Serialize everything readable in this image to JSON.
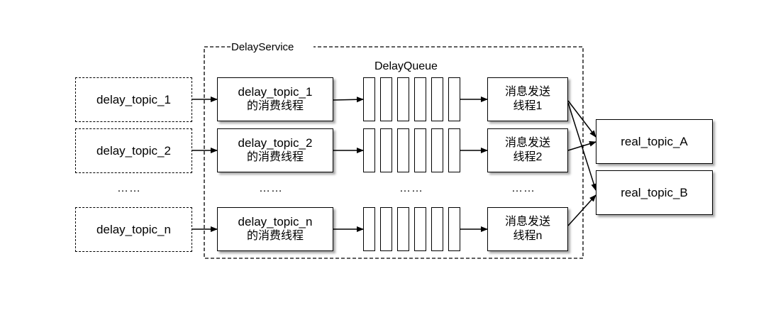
{
  "service": {
    "label": "DelayService",
    "queue_label": "DelayQueue"
  },
  "inputs": [
    "delay_topic_1",
    "delay_topic_2",
    "delay_topic_n"
  ],
  "consumers": [
    {
      "topic": "delay_topic_1",
      "desc": "的消费线程"
    },
    {
      "topic": "delay_topic_2",
      "desc": "的消费线程"
    },
    {
      "topic": "delay_topic_n",
      "desc": "的消费线程"
    }
  ],
  "senders": [
    {
      "line1": "消息发送",
      "line2": "线程1"
    },
    {
      "line1": "消息发送",
      "line2": "线程2"
    },
    {
      "line1": "消息发送",
      "line2": "线程n"
    }
  ],
  "outputs": [
    "real_topic_A",
    "real_topic_B"
  ],
  "ellipsis": "……"
}
